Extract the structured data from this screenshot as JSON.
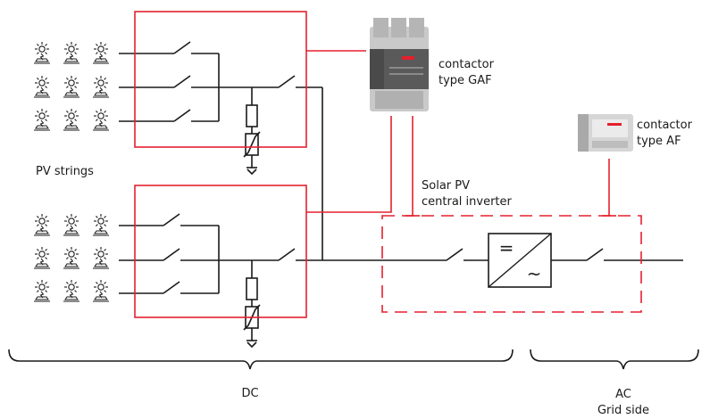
{
  "labels": {
    "contactor_gaf_line1": "contactor",
    "contactor_gaf_line2": "type GAF",
    "contactor_af_line1": "contactor",
    "contactor_af_line2": "type AF",
    "pv_strings": "PV strings",
    "inverter_line1": "Solar PV",
    "inverter_line2": "central inverter",
    "dc": "DC",
    "ac": "AC",
    "grid_side": "Grid side"
  },
  "inverter_symbol": {
    "dc_sign": "=",
    "ac_sign": "~"
  },
  "colors": {
    "accent_red": "#e5202e",
    "line_black": "#1a1a1a",
    "contactor_grey": "#c9c9c9",
    "contactor_dark": "#4a4a4a"
  }
}
